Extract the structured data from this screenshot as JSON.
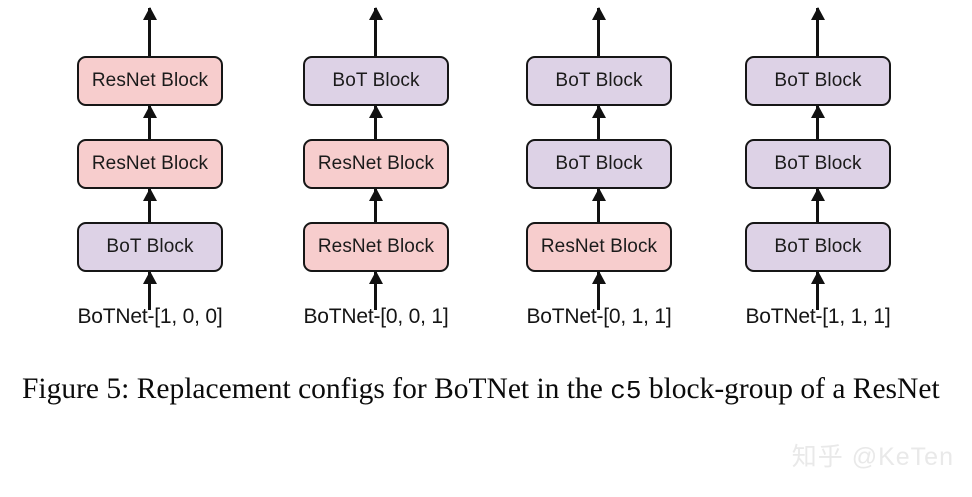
{
  "figure": {
    "background_color": "#ffffff",
    "block_colors": {
      "resnet_block": "#f7cdcd",
      "bot_block": "#ddd2e6",
      "border": "#161616",
      "arrow": "#111111"
    },
    "columns": [
      {
        "label": "BoTNet-[1, 0, 0]",
        "blocks_top_to_bottom": [
          "ResNet Block",
          "ResNet Block",
          "BoT Block"
        ],
        "types_top_to_bottom": [
          "resnet",
          "resnet",
          "bot"
        ]
      },
      {
        "label": "BoTNet-[0, 0, 1]",
        "blocks_top_to_bottom": [
          "BoT Block",
          "ResNet Block",
          "ResNet Block"
        ],
        "types_top_to_bottom": [
          "bot",
          "resnet",
          "resnet"
        ]
      },
      {
        "label": "BoTNet-[0, 1, 1]",
        "blocks_top_to_bottom": [
          "BoT Block",
          "BoT Block",
          "ResNet Block"
        ],
        "types_top_to_bottom": [
          "bot",
          "bot",
          "resnet"
        ]
      },
      {
        "label": "BoTNet-[1, 1, 1]",
        "blocks_top_to_bottom": [
          "BoT Block",
          "BoT Block",
          "BoT Block"
        ],
        "types_top_to_bottom": [
          "bot",
          "bot",
          "bot"
        ]
      }
    ]
  },
  "caption": {
    "prefix": "Figure 5: Replacement configs for BoTNet in the ",
    "mono_term": "c5",
    "suffix": " block-group of a ResNet"
  },
  "watermark": {
    "text": "知乎 @KeTen",
    "color": "#e9e9e9"
  }
}
